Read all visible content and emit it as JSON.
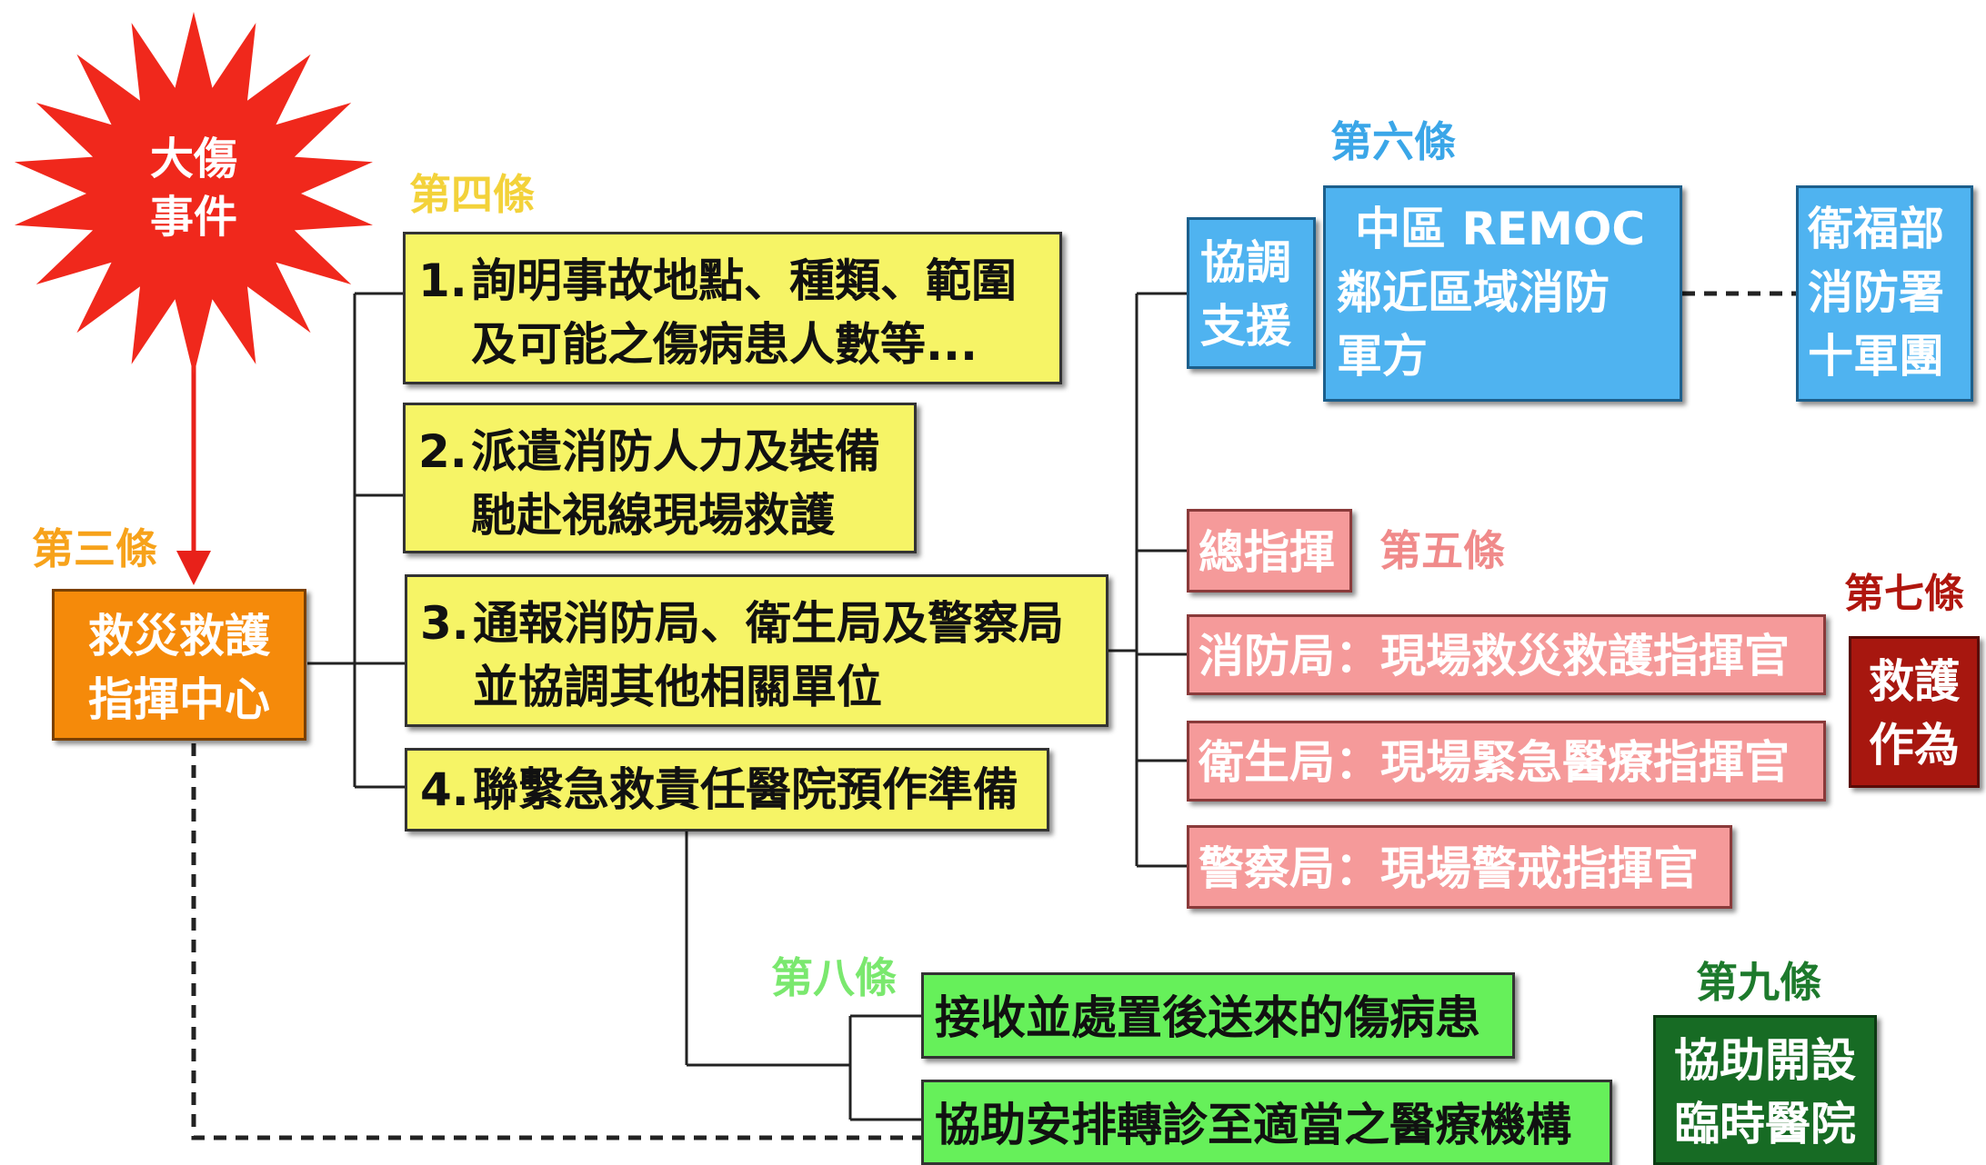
{
  "burst": {
    "lines": [
      "大傷",
      "事件"
    ]
  },
  "labels": {
    "art3": "第三條",
    "art4": "第四條",
    "art5": "第五條",
    "art6": "第六條",
    "art7": "第七條",
    "art8": "第八條",
    "art9": "第九條"
  },
  "center": {
    "lines": [
      "救災救護",
      "指揮中心"
    ]
  },
  "steps": [
    {
      "num": "1.",
      "lines": [
        "詢明事故地點、種類、範圍",
        "及可能之傷病患人數等..."
      ]
    },
    {
      "num": "2.",
      "lines": [
        "派遣消防人力及裝備",
        "馳赴視線現場救護"
      ]
    },
    {
      "num": "3.",
      "lines": [
        "通報消防局、衛生局及警察局",
        "並協調其他相關單位"
      ]
    },
    {
      "num": "4.",
      "lines": [
        "聯繫急救責任醫院預作準備"
      ]
    }
  ],
  "coordination": {
    "label_lines": [
      "協調",
      "支援"
    ],
    "main_lines": [
      "中區 REMOC",
      "鄰近區域消防",
      "軍方"
    ],
    "side_lines": [
      "衛福部",
      "消防署",
      "十軍團"
    ]
  },
  "command": {
    "general": "總指揮",
    "items": [
      "消防局：現場救災救護指揮官",
      "衛生局：現場緊急醫療指揮官",
      "警察局：現場警戒指揮官"
    ]
  },
  "rescue_action": {
    "lines": [
      "救護",
      "作為"
    ]
  },
  "hospital": {
    "items": [
      "接收並處置後送來的傷病患",
      "協助安排轉診至適當之醫療機構"
    ]
  },
  "temp_hospital": {
    "lines": [
      "協助開設",
      "臨時醫院"
    ]
  },
  "colors": {
    "burst": "#f0281c",
    "arrow": "#e8211a",
    "orange_label": "#f7a21a",
    "yellow_label": "#f3d23a",
    "blue_label": "#3aa6e8",
    "pink_label": "#f08a8a",
    "dark_red_label": "#b0160e",
    "green_label": "#7ae86e",
    "dark_green_label": "#1d7a2c"
  }
}
